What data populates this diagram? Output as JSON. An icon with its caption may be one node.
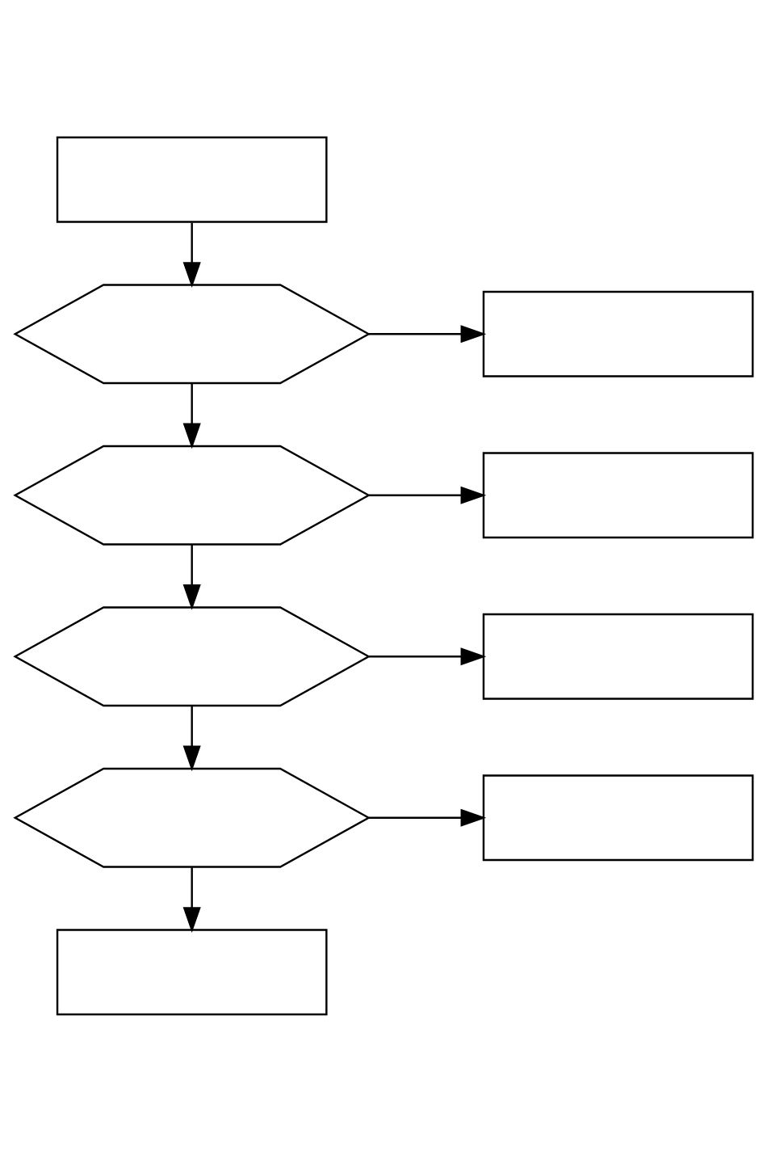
{
  "diagram": {
    "nodes": [
      {
        "text": [],
        "shape": "box"
      },
      {
        "text": [],
        "shape": "hexagon"
      },
      {
        "text": [],
        "shape": "box"
      },
      {
        "text": [],
        "shape": "hexagon"
      },
      {
        "text": [],
        "shape": "box"
      },
      {
        "text": [],
        "shape": "hexagon"
      },
      {
        "text": [],
        "shape": "box"
      },
      {
        "text": [],
        "shape": "hexagon"
      },
      {
        "text": [],
        "shape": "box"
      },
      {
        "text": [],
        "shape": "box"
      }
    ],
    "edges": [
      {
        "from": 0,
        "to": 1,
        "arrow": "to"
      },
      {
        "from": 1,
        "to": 2,
        "arrow": "to"
      },
      {
        "from": 1,
        "to": 3,
        "arrow": "to"
      },
      {
        "from": 3,
        "to": 4,
        "arrow": "to"
      },
      {
        "from": 3,
        "to": 5,
        "arrow": "to"
      },
      {
        "from": 5,
        "to": 6,
        "arrow": "to"
      },
      {
        "from": 5,
        "to": 7,
        "arrow": "to"
      },
      {
        "from": 7,
        "to": 8,
        "arrow": "to"
      },
      {
        "from": 7,
        "to": 9,
        "arrow": "to"
      }
    ]
  }
}
